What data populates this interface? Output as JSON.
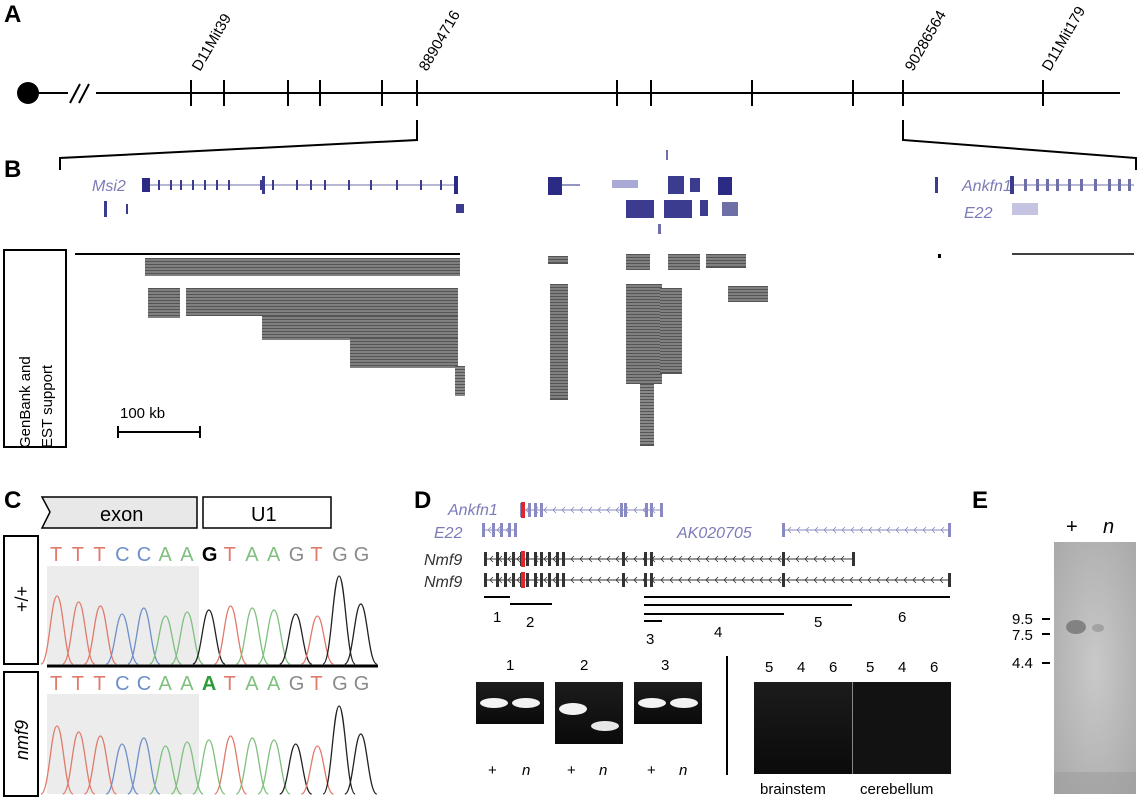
{
  "panels": {
    "a": "A",
    "b": "B",
    "c": "C",
    "d": "D",
    "e": "E"
  },
  "panel_a": {
    "markers": [
      "D11Mit39",
      "88904716",
      "90286564",
      "D11Mit179"
    ]
  },
  "panel_b": {
    "genes": [
      "Msi2",
      "Ankfn1",
      "E22"
    ],
    "track_label_line1": "GenBank and",
    "track_label_line2": "EST support",
    "scale_label": "100 kb"
  },
  "panel_c": {
    "exon_label": "exon",
    "u1_label": "U1",
    "row_labels": [
      "+/+",
      "nmf9"
    ],
    "wt_sequence": [
      "T",
      "T",
      "T",
      "C",
      "C",
      "A",
      "A",
      "G",
      "T",
      "A",
      "A",
      "G",
      "T",
      "G",
      "G"
    ],
    "mut_sequence": [
      "T",
      "T",
      "T",
      "C",
      "C",
      "A",
      "A",
      "A",
      "T",
      "A",
      "A",
      "G",
      "T",
      "G",
      "G"
    ],
    "base_colors": {
      "T": "#e07b6c",
      "C": "#6f8fc9",
      "A": "#7fbf7f",
      "G": "#8a8a8a"
    },
    "highlight_color_wt": "#000000",
    "highlight_color_mut": "#2e9b3a"
  },
  "panel_d": {
    "genes": [
      "Ankfn1",
      "E22",
      "AK020705",
      "Nmf9",
      "Nmf9"
    ],
    "amplicons": [
      "1",
      "2",
      "3",
      "4",
      "5",
      "6"
    ],
    "gel_labels": [
      "1",
      "2",
      "3"
    ],
    "lane_labels": [
      "+",
      "n",
      "+",
      "n",
      "+",
      "n"
    ],
    "right_gel_lanes": [
      "5",
      "4",
      "6",
      "5",
      "4",
      "6"
    ],
    "tissues": [
      "brainstem",
      "cerebellum"
    ],
    "accent_red": "#e0262a"
  },
  "panel_e": {
    "lanes": [
      "+",
      "n"
    ],
    "sizes": [
      "9.5",
      "7.5",
      "4.4"
    ]
  }
}
